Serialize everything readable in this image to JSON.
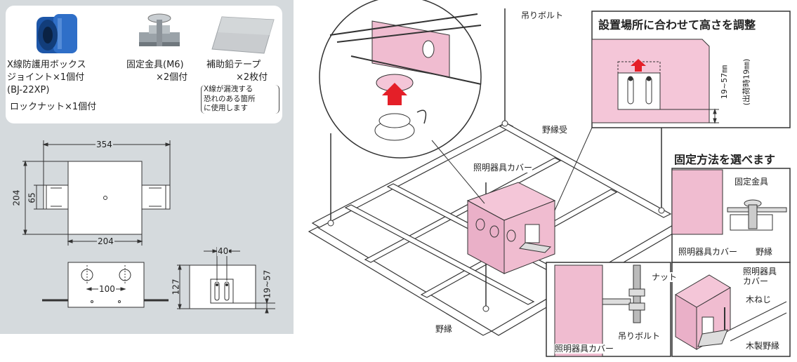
{
  "accessories": {
    "joint_name_line1": "X線防護用ボックス",
    "joint_name_line2": "ジョイント×1個付",
    "joint_model": "(BJ-22XP)",
    "locknut": "ロックナット×1個付",
    "bracket_name": "固定金具(M6)",
    "bracket_qty": "×2個付",
    "tape_name": "補助鉛テープ",
    "tape_qty": "×2枚付",
    "tape_note_1": "X線が漏洩する",
    "tape_note_2": "恐れのある箇所",
    "tape_note_3": "に使用します"
  },
  "dimensions": {
    "width_total": "354",
    "height_left": "204",
    "bracket_height": "65",
    "width_bottom": "204",
    "hole_pitch": "100",
    "side_height": "127",
    "slot_pitch": "40",
    "adjust_range": "19~57"
  },
  "installation": {
    "hanging_bolt": "吊りボルト",
    "nobuchi_uke": "野縁受",
    "cover": "照明器具カバー",
    "nobuchi": "野縁",
    "adjust_title": "設置場所に合わせて高さを調整",
    "adjust_dim": "19~57㎜",
    "adjust_note": "(出荷時19㎜)",
    "method_title": "固定方法を選べます",
    "fix_bracket": "固定金具",
    "cover_label": "照明器具カバー",
    "nobuchi_label": "野縁",
    "nut": "ナット",
    "bolt_label": "吊りボルト",
    "cover_label2": "照明器具カバー",
    "cover_label3_line1": "照明器具",
    "cover_label3_line2": "カバー",
    "wood_screw": "木ねじ",
    "wood_nobuchi": "木製野縁"
  }
}
